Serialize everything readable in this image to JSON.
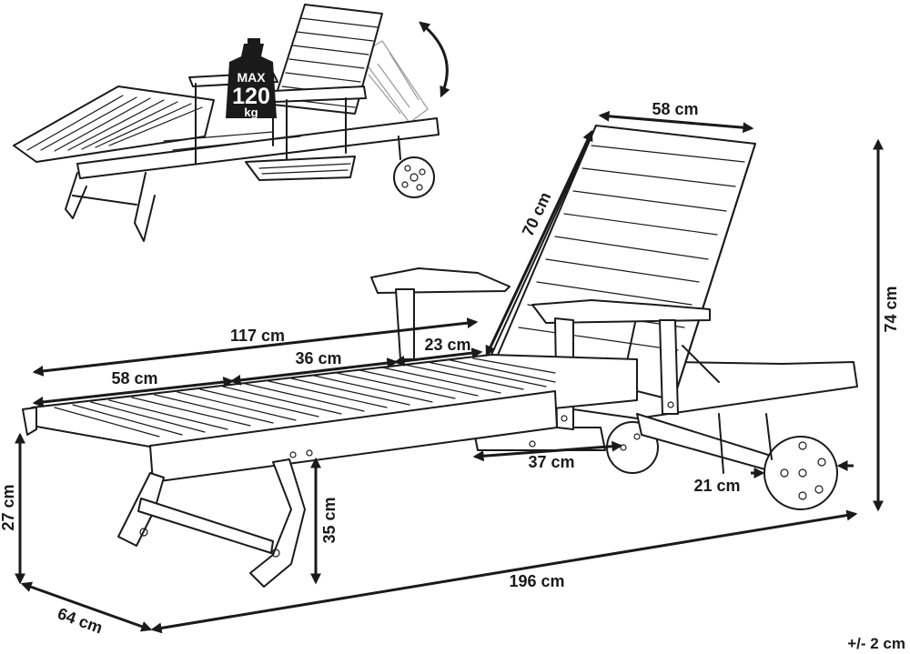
{
  "weight_badge": {
    "line1": "MAX",
    "line2": "120",
    "line3": "kg"
  },
  "dimensions": {
    "total_length": "196 cm",
    "height": "74 cm",
    "width": "64 cm",
    "bed_height": "27 cm",
    "seat_height": "35 cm",
    "backrest_width": "58 cm",
    "backrest_length": "70 cm",
    "bed_length": "117 cm",
    "section_foot": "58 cm",
    "section_mid": "36 cm",
    "section_head": "23 cm",
    "tray_length": "37 cm",
    "wheel_diameter": "21 cm"
  },
  "tolerance": "+/- 2 cm"
}
